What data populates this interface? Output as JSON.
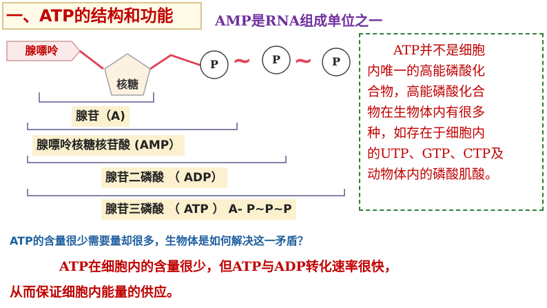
{
  "title": "一、ATP的结构和功能",
  "amp_note": "AMP是RNA组成单位之一",
  "molecule": {
    "adenine": "腺嘌呤",
    "ribose": "核糖",
    "phosphates": [
      "P",
      "P",
      "P"
    ],
    "high_energy_bond": "~"
  },
  "brackets": {
    "adenosine": "腺苷（A)",
    "amp": "腺嘌呤核糖核苷酸 (AMP）",
    "adp": "腺苷二磷酸 （ ADP）",
    "atp": "腺苷三磷酸 （ ATP ） A- P~P~P"
  },
  "note_lines": [
    "　　ATP并不是细胞",
    "内唯一的高能磷酸化",
    "合物，高能磷酸化合",
    "物在生物体内有很多",
    "种，如存在于细胞内",
    "的UTP、GTP、CTP及",
    "动物体内的磷酸肌酸。"
  ],
  "question": "ATP的含量很少需要量却很多，生物体是如何解决这一矛盾？",
  "answer_line1": "ATP在细胞内的含量很少，但ATP与ADP转化速率很快，",
  "answer_line2": "从而保证细胞内能量的供应。"
}
